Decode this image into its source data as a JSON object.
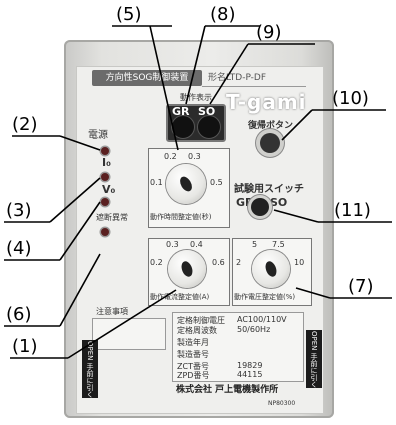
{
  "callouts": {
    "c1": "(1)",
    "c2": "(2)",
    "c3": "(3)",
    "c4": "(4)",
    "c5": "(5)",
    "c6": "(6)",
    "c7": "(7)",
    "c8": "(8)",
    "c9": "(9)",
    "c10": "(10)",
    "c11": "(11)"
  },
  "device": {
    "title": "方向性SOG制御装置",
    "model": "形名LTD-P-DF",
    "brand": "T-gami",
    "display_label": "動作表示",
    "display_gr": "GR",
    "display_so": "SO",
    "reset_label": "復帰ボタン",
    "test_switch_label": "試験用スイッチ",
    "test_gr": "GR",
    "test_so": "SO",
    "power_label": "電源",
    "io_label": "I₀",
    "vo_label": "V₀",
    "breaker_label": "遮断異常",
    "time_dial_label": "動作時間整定値(秒)",
    "time_ticks": [
      "0.2",
      "0.3",
      "0.1",
      "0.5"
    ],
    "current_dial_label": "動作電流整定値(A)",
    "current_ticks": [
      "0.3",
      "0.4",
      "0.2",
      "0.6"
    ],
    "voltage_dial_label": "動作電圧整定値(%)",
    "voltage_ticks": [
      "5",
      "7.5",
      "2",
      "10"
    ],
    "notes_title": "注意事項",
    "rating_voltage_label": "定格制御電圧",
    "rating_voltage_value": "AC100/110V",
    "rating_freq_label": "定格周波数",
    "rating_freq_value": "50/60Hz",
    "mfg_date_label": "製造年月",
    "serial_label": "製造番号",
    "zct_label": "ZCT番号",
    "zct_value": "19829",
    "zpd_label": "ZPD番号",
    "zpd_value": "44115",
    "manufacturer": "株式会社 戸上電機製作所",
    "part_no": "NP80300",
    "open_left": "OPEN 手前に引く",
    "open_right": "OPEN 手前に引く"
  },
  "colors": {
    "led": "#5a2020",
    "case": "#e2e2df",
    "title_bg": "#6b6b6b"
  }
}
